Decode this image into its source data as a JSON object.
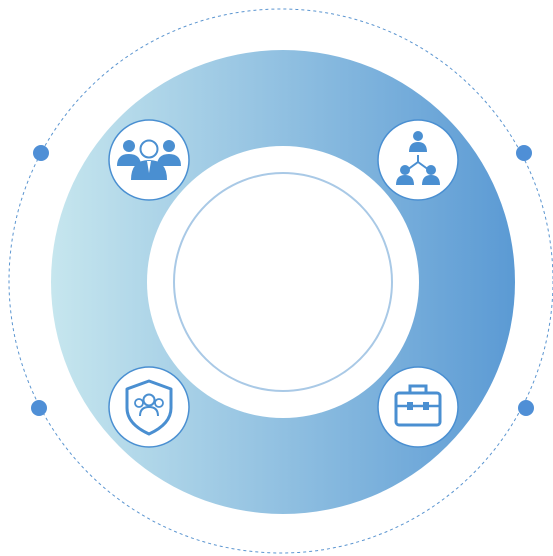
{
  "diagram": {
    "colors": {
      "ring_start": "#c6e6ee",
      "ring_end": "#5b9ad4",
      "icon_blue": "#4a8fd1",
      "orbit_dot": "#4f8fd6",
      "orbit_line": "#5b95d0",
      "inner_circle_stroke": "#a9c9e6",
      "icon_badge_fill": "#ffffff",
      "icon_badge_stroke": "#4a8fd1"
    },
    "icons": [
      {
        "name": "business-team-icon",
        "position": "top-left"
      },
      {
        "name": "org-hierarchy-icon",
        "position": "top-right"
      },
      {
        "name": "user-shield-icon",
        "position": "bottom-left"
      },
      {
        "name": "briefcase-icon",
        "position": "bottom-right"
      }
    ],
    "orbit_dots": 4
  }
}
